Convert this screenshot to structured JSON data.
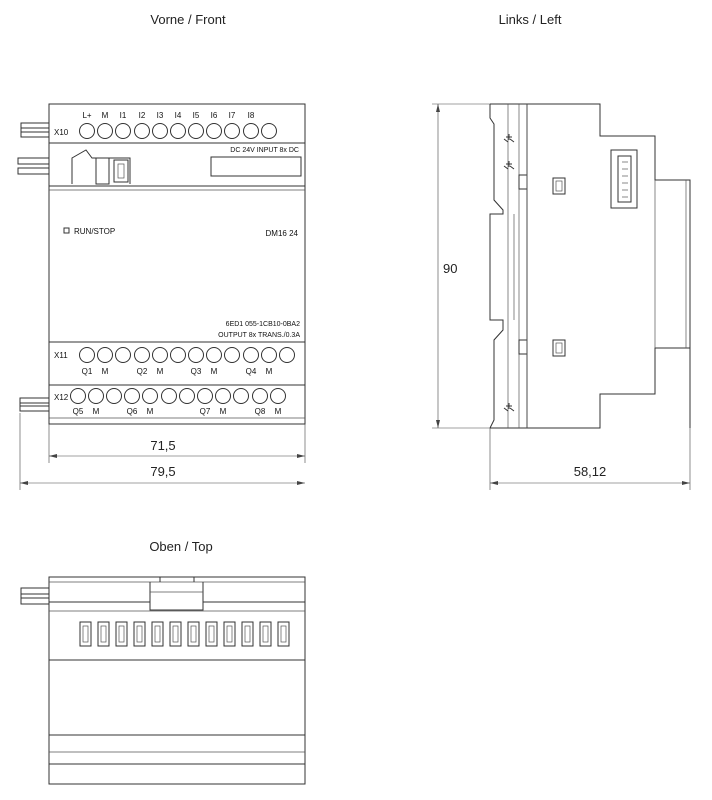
{
  "views": {
    "front": "Vorne / Front",
    "left": "Links / Left",
    "top": "Oben / Top"
  },
  "front": {
    "x10": "X10",
    "inputs": [
      "L+",
      "M",
      "I1",
      "I2",
      "I3",
      "I4",
      "I5",
      "I6",
      "I7",
      "I8"
    ],
    "input_spec": "DC 24V  INPUT 8x DC",
    "run_stop": "RUN/STOP",
    "model": "DM16 24",
    "order_no": "6ED1 055-1CB10-0BA2",
    "output_spec": "OUTPUT 8x TRANS./0.3A",
    "x11": "X11",
    "x11_labels": [
      "Q1",
      "M",
      "Q2",
      "M",
      "Q3",
      "M",
      "Q4",
      "M"
    ],
    "x12": "X12",
    "x12_labels": [
      "Q5",
      "M",
      "Q6",
      "M",
      "Q7",
      "M",
      "Q8",
      "M"
    ]
  },
  "dimensions": {
    "width_inner": "71,5",
    "width_outer": "79,5",
    "height": "90",
    "depth": "58,12"
  }
}
